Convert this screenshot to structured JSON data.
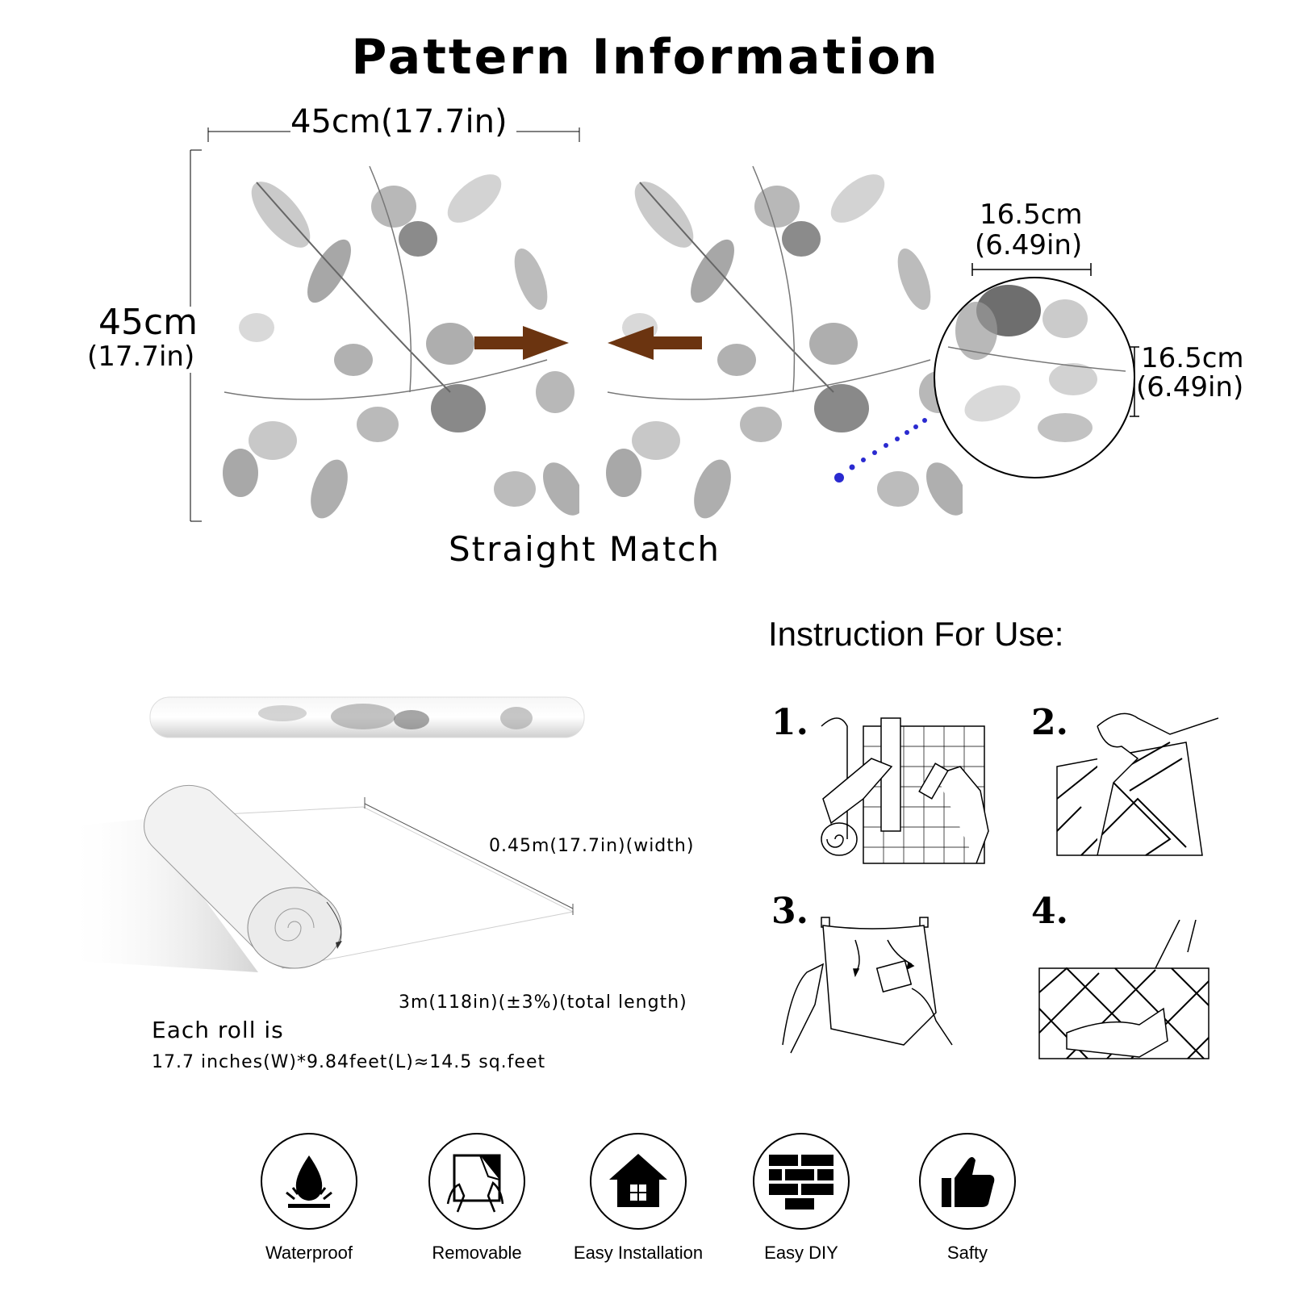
{
  "header": {
    "title": "Pattern Information"
  },
  "pattern": {
    "width_label": "45cm(17.7in)",
    "height_cm": "45cm",
    "height_in": "(17.7in)",
    "match_label": "Straight Match",
    "repeat_h_cm": "16.5cm",
    "repeat_h_in": "(6.49in)",
    "repeat_v_cm": "16.5cm",
    "repeat_v_in": "(6.49in)",
    "arrow_color": "#6b3410",
    "dot_color": "#2a2ad0"
  },
  "roll": {
    "width_label": "0.45m(17.7in)(width)",
    "length_label": "3m(118in)(±3%)(total length)",
    "each_roll": "Each roll is",
    "size_detail": "17.7 inches(W)*9.84feet(L)≈14.5 sq.feet"
  },
  "instructions": {
    "heading": "Instruction For Use:",
    "steps": [
      "1.",
      "2.",
      "3.",
      "4."
    ]
  },
  "features": [
    {
      "label": "Waterproof",
      "icon": "water-drop-icon"
    },
    {
      "label": "Removable",
      "icon": "peel-hands-icon"
    },
    {
      "label": "Easy Installation",
      "icon": "house-icon"
    },
    {
      "label": "Easy DIY",
      "icon": "brick-wall-icon"
    },
    {
      "label": "Safty",
      "icon": "thumbs-up-icon"
    }
  ]
}
